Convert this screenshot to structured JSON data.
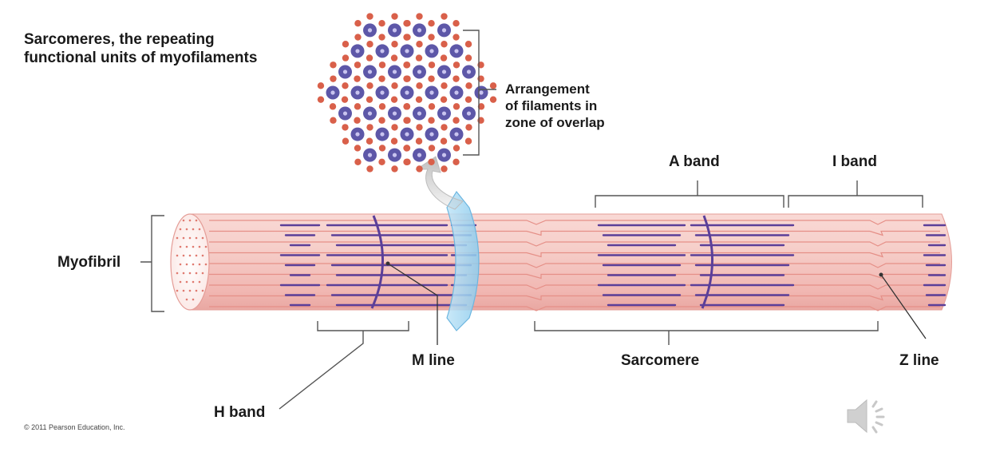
{
  "title": {
    "line1": "Sarcomeres, the repeating",
    "line2": "functional units of myofilaments"
  },
  "arrangement": {
    "line1": "Arrangement",
    "line2": "of filaments in",
    "line3": "zone of overlap"
  },
  "labels": {
    "a_band": "A band",
    "i_band": "I band",
    "myofibril": "Myofibril",
    "m_line": "M line",
    "sarcomere": "Sarcomere",
    "z_line": "Z line",
    "h_band": "H band"
  },
  "copyright": "© 2011 Pearson Education, Inc.",
  "colors": {
    "thick_filament": "#5b3f99",
    "thin_filament": "#d9543b",
    "myofibril_fill": "#f5c9c4",
    "cross_section_thick": "#5d57a8",
    "cross_section_thin": "#d9604a",
    "section_plane": "#9fd3ef",
    "audio_icon": "speaker-icon"
  }
}
